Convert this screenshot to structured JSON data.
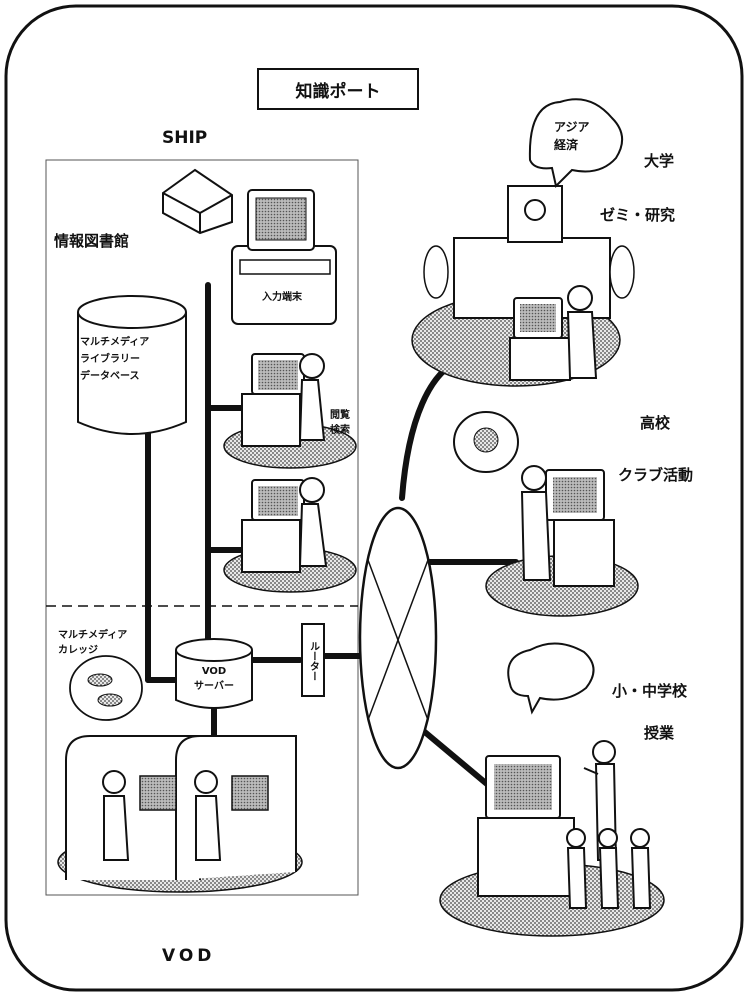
{
  "title": "知識ポート",
  "ship_label": "SHIP",
  "library": {
    "label": "情報図書館",
    "database": [
      "マルチメディア",
      "ライブラリー",
      "データベース"
    ],
    "input_terminal": "入力端末",
    "browse_search": [
      "閲覧",
      "検索"
    ]
  },
  "college": {
    "label": [
      "マルチメディア",
      "カレッジ"
    ],
    "vod_server": [
      "VOD",
      "サーバー"
    ],
    "router": "ルーター",
    "vod_label": "VOD"
  },
  "university": {
    "label": "大学",
    "activity": "ゼミ・研究",
    "bubble": [
      "アジア",
      "経済"
    ]
  },
  "high_school": {
    "label": "高校",
    "activity": "クラブ活動"
  },
  "school": {
    "label": "小・中学校",
    "activity": "授業"
  }
}
